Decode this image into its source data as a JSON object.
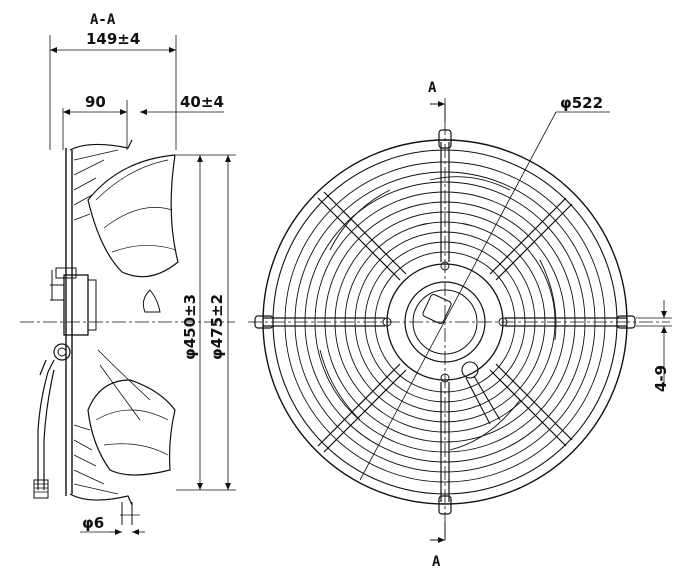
{
  "section": {
    "title": "A-A",
    "section_marker": "A"
  },
  "dimensions": {
    "overall_depth": "149±4",
    "depth_to_hub": "90",
    "guard_offset": "40±4",
    "impeller_diameter": "φ450±3",
    "mounting_diameter": "φ475±2",
    "outer_diameter": "φ522",
    "hole_diameter": "φ6",
    "slot_size": "4-9"
  },
  "colors": {
    "line": "#111111",
    "background": "#ffffff"
  }
}
